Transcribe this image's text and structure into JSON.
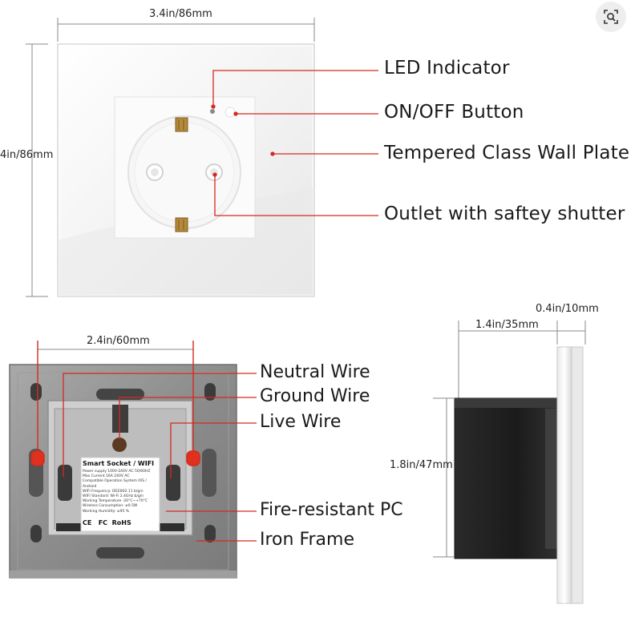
{
  "dimensions": {
    "top_width": "3.4in/86mm",
    "top_height": "4in/86mm",
    "back_width": "2.4in/60mm",
    "side_depth": "1.4in/35mm",
    "side_plate": "0.4in/10mm",
    "side_height": "1.8in/47mm"
  },
  "front_callouts": {
    "led": "LED Indicator",
    "button": "ON/OFF Button",
    "plate": "Tempered Class Wall Plate",
    "outlet": "Outlet with saftey shutter"
  },
  "back_callouts": {
    "neutral": "Neutral Wire",
    "ground": "Ground Wire",
    "live": "Live Wire",
    "pc": "Fire-resistant PC",
    "frame": "Iron Frame"
  },
  "product_label": {
    "title": "Smart Socket / WIFI",
    "lines": [
      "Power supply 100V-240V AC  50/60HZ",
      "Max Current 16A  240V AC",
      "Compatible Operation System IOS / Android",
      "WIFI Frequency: IEEE802.11 b/g/n",
      "WIFI Standard: Wi-Fi 2.4GHz b/g/n",
      "Working Temperature -20°C~+70°C",
      "Wireless Consumption: ≤0.5W",
      "Working Humidity: ≤95 %"
    ],
    "marks": [
      "CE",
      "FC",
      "RoHS"
    ]
  },
  "icons": {
    "lens": "visual-search-icon"
  },
  "colors": {
    "callout_line": "#d42a1f",
    "wire_red": "#e0301e",
    "plate": "#f4f4f4",
    "frame": "#8a8a8a"
  }
}
